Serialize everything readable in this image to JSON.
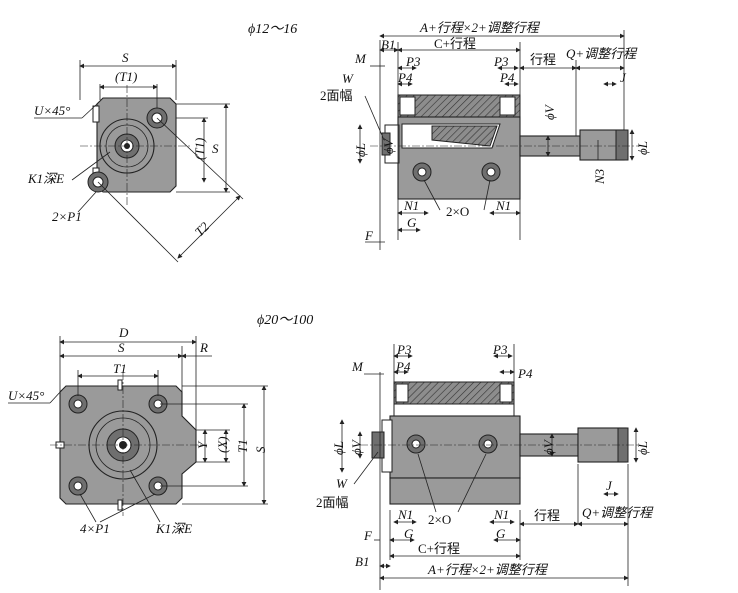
{
  "top_view": {
    "heading": "ϕ12～16",
    "front_labels": {
      "S_top": "S",
      "T1_top": "(T1)",
      "U45": "U×45°",
      "T1_side": "(T1)",
      "S_side": "S",
      "T2": "T2",
      "K1E": "K1深E",
      "P1": "2×P1"
    },
    "side_labels": {
      "A_total": "A+行程×2+调整行程",
      "B1": "B1",
      "C": "C+行程",
      "M": "M",
      "P3a": "P3",
      "P3b": "P3",
      "P4a": "P4",
      "P4b": "P4",
      "stroke": "行程",
      "Q": "Q+调整行程",
      "W": "W",
      "width2": "2面幅",
      "J": "J",
      "phiV": "ϕV",
      "phiV_rod": "ϕV",
      "phiL": "ϕL",
      "phiL_right": "ϕL",
      "N3": "N3",
      "N1a": "N1",
      "twoO": "2×O",
      "N1b": "N1",
      "G": "G",
      "F": "F"
    }
  },
  "bottom_view": {
    "heading": "ϕ20～100",
    "front_labels": {
      "D": "D",
      "S_top": "S",
      "R": "R",
      "T1_top": "T1",
      "U45": "U×45°",
      "Y": "Y",
      "X": "(X)",
      "T1_side": "T1",
      "S_side": "S",
      "P1": "4×P1",
      "K1E": "K1深E"
    },
    "side_labels": {
      "P3a": "P3",
      "P3b": "P3",
      "M": "M",
      "P4a": "P4",
      "P4b": "P4",
      "phiL": "ϕL",
      "phiV": "ϕV",
      "phiV_rod": "ϕV",
      "phiL_right": "ϕL",
      "J": "J",
      "W": "W",
      "width2": "2面幅",
      "N1a": "N1",
      "twoO": "2×O",
      "N1b": "N1",
      "stroke": "行程",
      "Q": "Q+调整行程",
      "F": "F",
      "G1": "G",
      "G2": "G",
      "C": "C+行程",
      "B1": "B1",
      "A_total": "A+行程×2+调整行程"
    }
  }
}
